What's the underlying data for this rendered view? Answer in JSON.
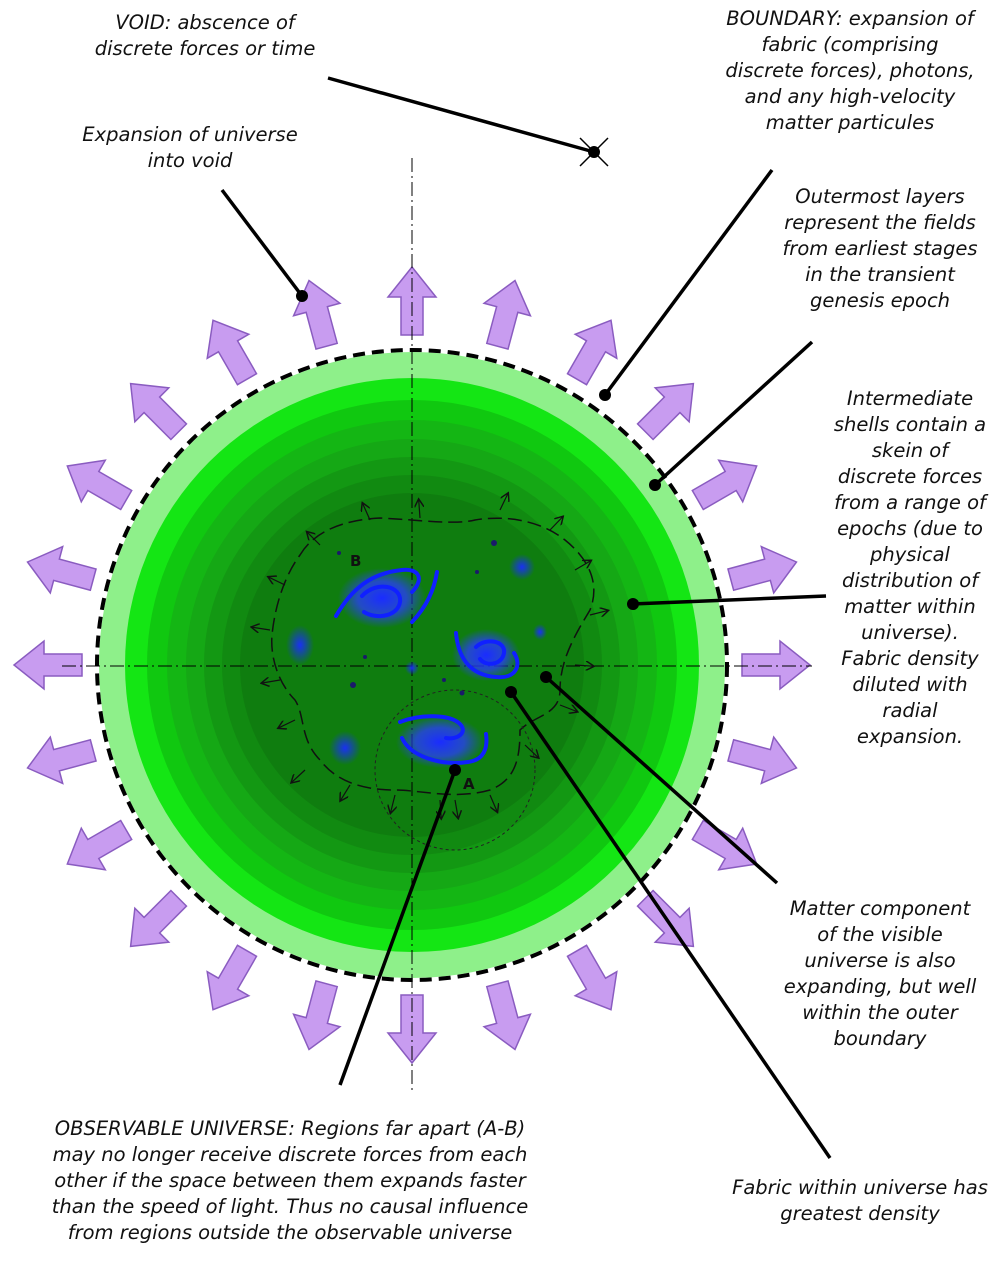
{
  "colors": {
    "arrow_fill": "#c89cf0",
    "arrow_stroke": "#8a5cc0",
    "shells": [
      "#8ef08a",
      "#14e614",
      "#10c810",
      "#14b614",
      "#15a815",
      "#139813",
      "#118a11",
      "#0f7d0f"
    ],
    "matter_blobs": "#1a2cff",
    "line": "#000000"
  },
  "labels": {
    "void": "VOID: abscence of\ndiscrete forces or time",
    "expansion": "Expansion of universe\ninto void",
    "boundary": "BOUNDARY: expansion of\nfabric (comprising\ndiscrete forces), photons,\nand any high-velocity\nmatter particules",
    "outermost": "Outermost layers\nrepresent the fields\nfrom earliest stages\nin the transient\ngenesis epoch",
    "intermediate": "Intermediate\nshells contain a\nskein of\ndiscrete forces\nfrom a range of\nepochs (due to\nphysical\ndistribution of\nmatter within\nuniverse).\nFabric density\ndiluted with\nradial\nexpansion.",
    "matter": "Matter component\nof the visible\nuniverse is also\nexpanding, but well\nwithin the outer\nboundary",
    "fabric": "Fabric within universe has\ngreatest density",
    "observable": "OBSERVABLE UNIVERSE: Regions far apart (A-B)\nmay no longer receive discrete forces from each\nother if the space between them expands faster\nthan the speed of light. Thus no causal influence\nfrom regions outside the observable universe"
  },
  "points": {
    "a": "A",
    "b": "B"
  },
  "icons": {
    "arrow": "expansion-arrow-icon",
    "galaxy": "spiral-galaxy-icon",
    "void_marker": "cross-marker-icon"
  }
}
